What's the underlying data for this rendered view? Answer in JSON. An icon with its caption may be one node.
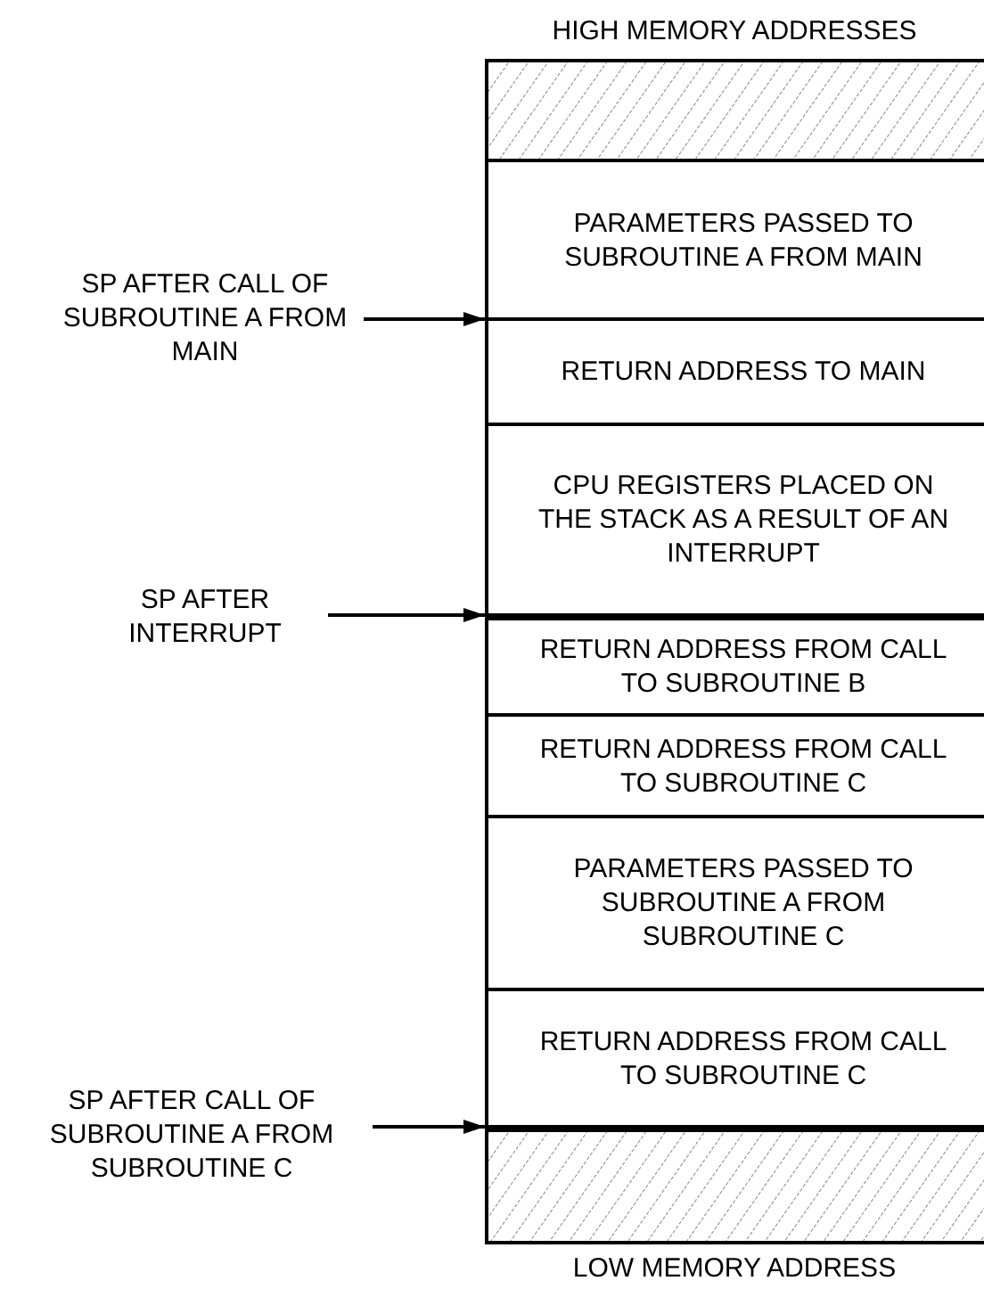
{
  "diagram": {
    "nodes": [
      {
        "text": [],
        "shape": "box"
      },
      {
        "text": [
          "PARAMETERS PASSED TO SUBROUTINE A FROM MAIN"
        ]
      },
      {
        "text": [
          "RETURN ADDRESS TO MAIN"
        ]
      },
      {
        "text": [
          "CPU REGISTERS PLACED ON THE STACK AS A RESULT OF AN INTERRUPT"
        ]
      },
      {
        "text": [
          "RETURN ADDRESS FROM CALL TO SUBROUTINE B"
        ]
      },
      {
        "text": [
          "RETURN ADDRESS FROM CALL TO SUBROUTINE C"
        ]
      },
      {
        "text": [
          "PARAMETERS PASSED TO SUBROUTINE A FROM SUBROUTINE C"
        ]
      },
      {
        "text": [
          "RETURN ADDRESS FROM CALL TO SUBROUTINE C"
        ]
      },
      {
        "text": [],
        "shape": "box"
      },
      {
        "text": [
          "SP AFTER CALL OF SUBROUTINE A FROM MAIN"
        ]
      },
      {
        "text": [
          "SP AFTER INTERRUPT"
        ]
      },
      {
        "text": [
          "SP AFTER CALL OF SUBROUTINE A FROM SUBROUTINE C"
        ]
      }
    ],
    "edges": [
      {
        "from": 9,
        "to": 2,
        "arrow": "to"
      },
      {
        "from": 10,
        "to": 4,
        "arrow": "to"
      },
      {
        "from": 11,
        "to": 8,
        "arrow": "to"
      }
    ],
    "labels": [
      "HIGH MEMORY ADDRESSES",
      "LOW MEMORY ADDRESS"
    ]
  }
}
